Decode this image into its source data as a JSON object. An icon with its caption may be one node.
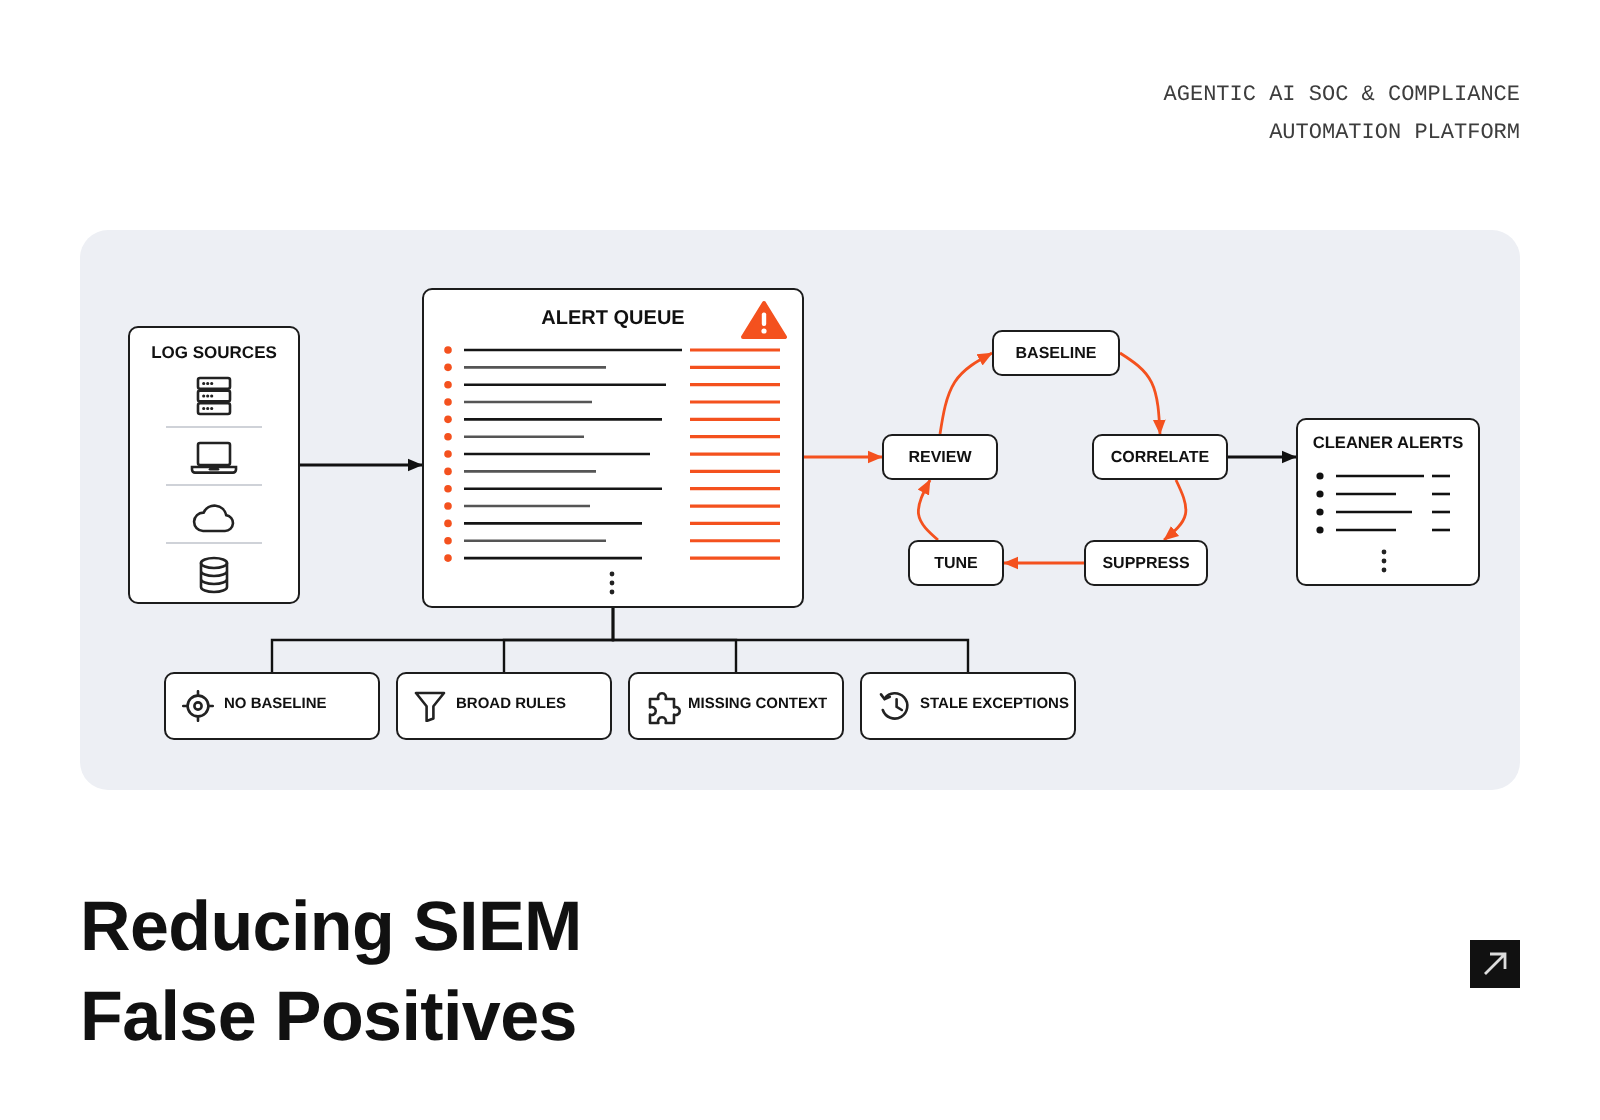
{
  "diagram": {
    "title": "Reducing SIEM False Positives",
    "nodes": [
      {
        "text": [
          "LOG SOURCES"
        ]
      },
      {
        "text": [
          "ALERT QUEUE"
        ]
      },
      {
        "text": [
          "REVIEW"
        ]
      },
      {
        "text": [
          "BASELINE"
        ]
      },
      {
        "text": [
          "CORRELATE"
        ]
      },
      {
        "text": [
          "SUPPRESS"
        ]
      },
      {
        "text": [
          "TUNE"
        ]
      },
      {
        "text": [
          "CLEANER ALERTS"
        ]
      },
      {
        "text": [
          "NO BASELINE"
        ]
      },
      {
        "text": [
          "BROAD RULES"
        ]
      },
      {
        "text": [
          "MISSING CONTEXT"
        ]
      },
      {
        "text": [
          "STALE EXCEPTIONS"
        ]
      }
    ],
    "edges": [
      {
        "from": 0,
        "to": 1,
        "arrow": "to"
      },
      {
        "from": 1,
        "to": 2,
        "arrow": "to",
        "color": "#f4511e"
      },
      {
        "from": 2,
        "to": 3,
        "arrow": "to",
        "color": "#f4511e"
      },
      {
        "from": 3,
        "to": 4,
        "arrow": "to",
        "color": "#f4511e"
      },
      {
        "from": 4,
        "to": 5,
        "arrow": "to",
        "color": "#f4511e"
      },
      {
        "from": 5,
        "to": 6,
        "arrow": "to",
        "color": "#f4511e"
      },
      {
        "from": 6,
        "to": 2,
        "arrow": "to",
        "color": "#f4511e"
      },
      {
        "from": 4,
        "to": 7,
        "arrow": "to"
      },
      {
        "from": 1,
        "to": 8,
        "arrow": "none"
      },
      {
        "from": 1,
        "to": 9,
        "arrow": "none"
      },
      {
        "from": 1,
        "to": 10,
        "arrow": "none"
      },
      {
        "from": 1,
        "to": 11,
        "arrow": "none"
      }
    ],
    "labels": [
      "AGENTIC AI SOC & COMPLIANCE AUTOMATION PLATFORM"
    ]
  }
}
